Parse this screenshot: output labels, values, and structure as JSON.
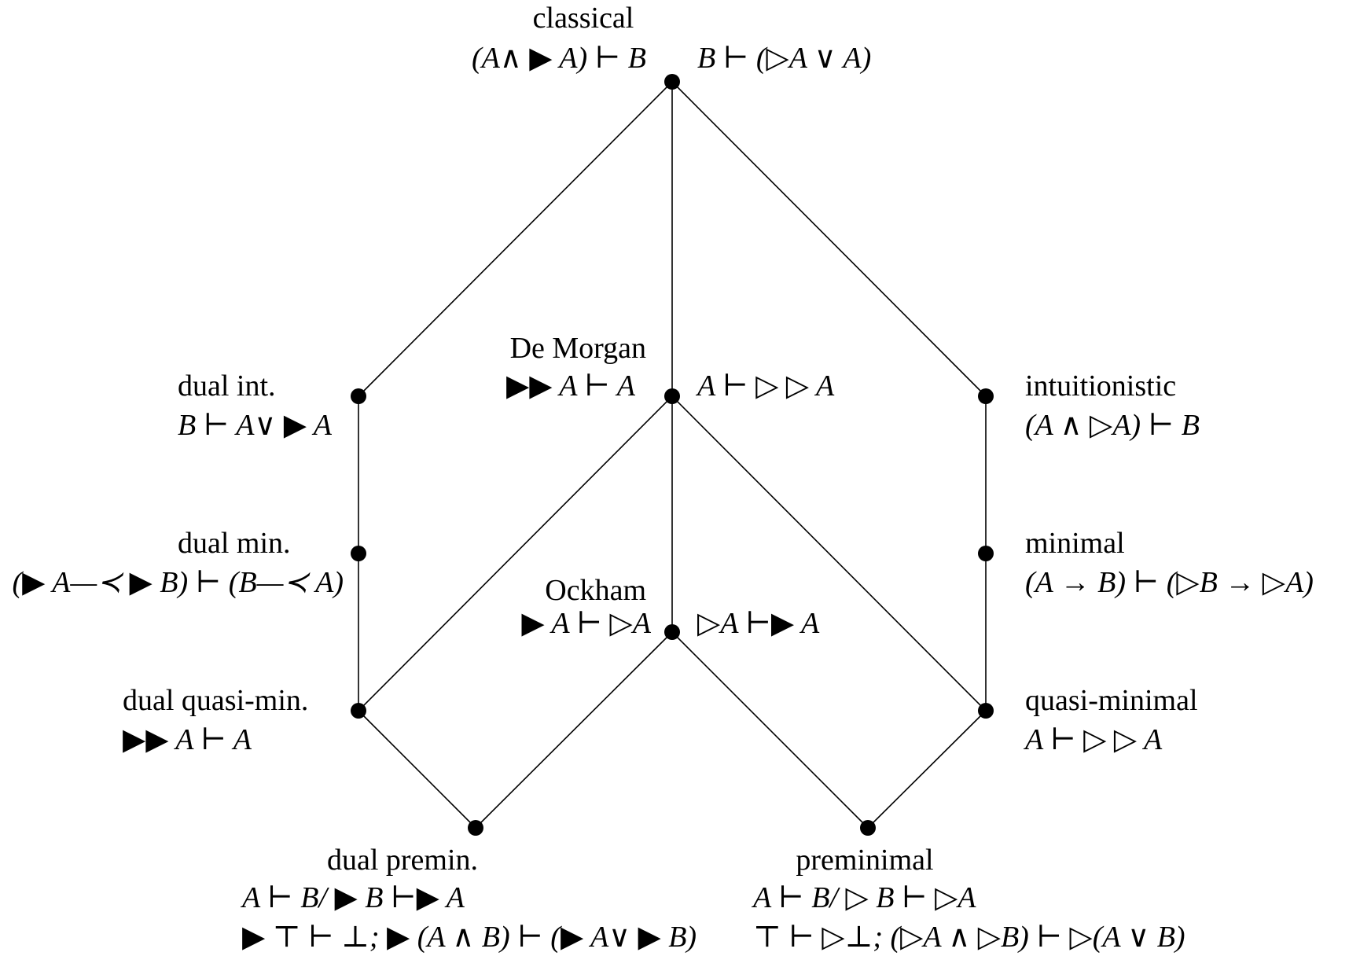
{
  "diagram": {
    "nodes": {
      "classical": {
        "name": "classical",
        "left": "(A∧ ▶ A) ⊢ B",
        "right": "B ⊢ (▷A ∨ A)"
      },
      "de_morgan": {
        "name": "De Morgan",
        "left": "▶▶ A ⊢ A",
        "right": "A ⊢ ▷ ▷ A"
      },
      "ockham": {
        "name": "Ockham",
        "left": "▶ A ⊢ ▷A",
        "right": "▷A ⊢▶ A"
      },
      "dual_int": {
        "name": "dual int.",
        "formula": "B ⊢ A∨ ▶ A"
      },
      "dual_min": {
        "name": "dual min.",
        "formula": "(▶ A—≺ ▶ B) ⊢ (B—≺ A)"
      },
      "dual_quasi_min": {
        "name": "dual quasi-min.",
        "formula": "▶▶ A ⊢ A"
      },
      "intuitionistic": {
        "name": "intuitionistic",
        "formula": "(A ∧ ▷A) ⊢ B"
      },
      "minimal": {
        "name": "minimal",
        "formula": "(A → B) ⊢ (▷B → ▷A)"
      },
      "quasi_minimal": {
        "name": "quasi-minimal",
        "formula": "A ⊢ ▷ ▷ A"
      },
      "dual_premin": {
        "name": "dual premin.",
        "line1": "A ⊢ B/ ▶ B ⊢▶ A",
        "line2": "▶ ⊤ ⊢ ⊥;   ▶ (A ∧ B) ⊢ (▶ A∨ ▶ B)"
      },
      "preminimal": {
        "name": "preminimal",
        "line1": "A ⊢ B/ ▷ B ⊢ ▷A",
        "line2": "⊤ ⊢ ▷⊥; (▷A ∧ ▷B) ⊢ ▷(A ∨ B)"
      }
    },
    "edges": [
      [
        "classical",
        "dual_int"
      ],
      [
        "classical",
        "de_morgan"
      ],
      [
        "classical",
        "intuitionistic"
      ],
      [
        "dual_int",
        "dual_min"
      ],
      [
        "dual_min",
        "dual_quasi_min"
      ],
      [
        "intuitionistic",
        "minimal"
      ],
      [
        "minimal",
        "quasi_minimal"
      ],
      [
        "de_morgan",
        "dual_quasi_min"
      ],
      [
        "de_morgan",
        "ockham"
      ],
      [
        "de_morgan",
        "quasi_minimal"
      ],
      [
        "dual_quasi_min",
        "dual_premin"
      ],
      [
        "ockham",
        "dual_premin"
      ],
      [
        "ockham",
        "preminimal"
      ],
      [
        "quasi_minimal",
        "preminimal"
      ]
    ]
  }
}
